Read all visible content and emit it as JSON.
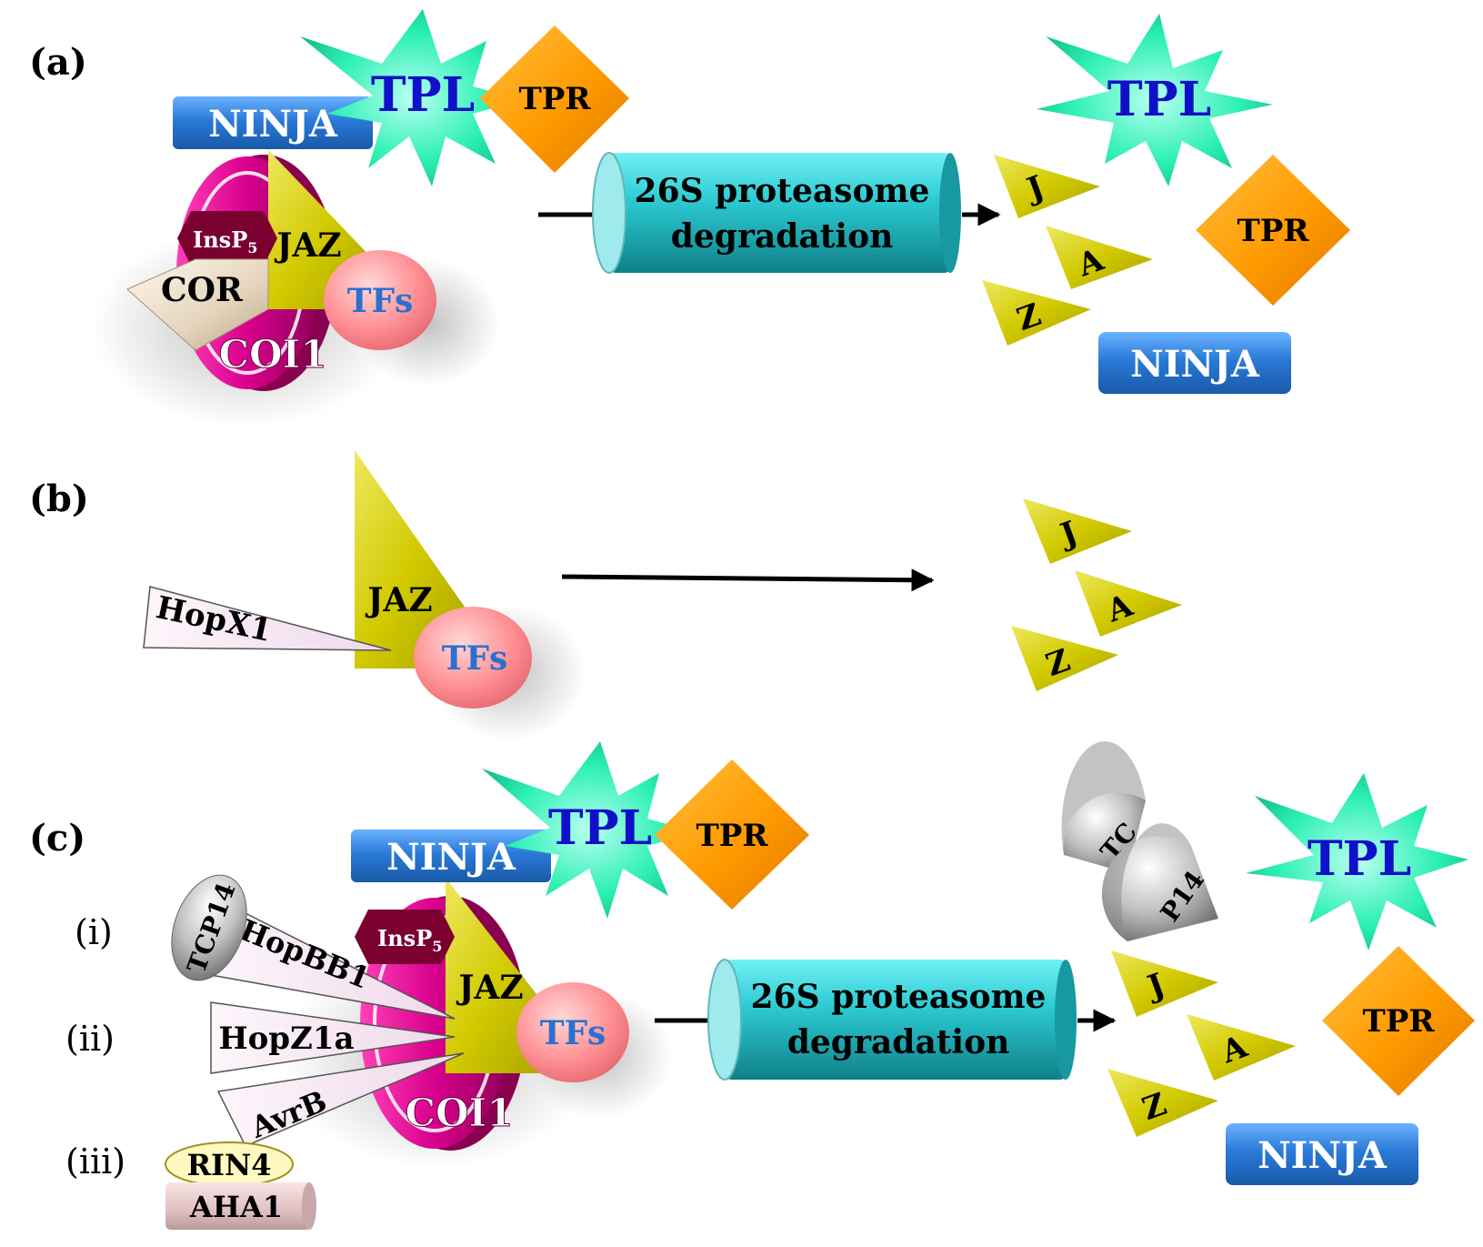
{
  "panels": {
    "a": {
      "label": "(a)",
      "tpl": "TPL",
      "tpr": "TPR",
      "ninja": "NINJA",
      "insp5_main": "InsP",
      "insp5_sub": "5",
      "jaz": "JAZ",
      "cor": "COR",
      "tfs": "TFs",
      "coi1": "COI1",
      "proteasome_line1": "26S proteasome",
      "proteasome_line2": "degradation",
      "frag_j": "J",
      "frag_a": "A",
      "frag_z": "Z",
      "tpl_out": "TPL",
      "tpr_out": "TPR",
      "ninja_out": "NINJA"
    },
    "b": {
      "label": "(b)",
      "jaz": "JAZ",
      "hopx1": "HopX1",
      "tfs": "TFs",
      "frag_j": "J",
      "frag_a": "A",
      "frag_z": "Z"
    },
    "c": {
      "label": "(c)",
      "tpl": "TPL",
      "tpr": "TPR",
      "ninja": "NINJA",
      "insp5_main": "InsP",
      "insp5_sub": "5",
      "jaz": "JAZ",
      "tfs": "TFs",
      "coi1": "COI1",
      "tcp14": "TCP14",
      "hopbb1": "HopBB1",
      "hopz1a": "HopZ1a",
      "avrb": "AvrB",
      "rin4": "RIN4",
      "aha1": "AHA1",
      "roman_i": "(i)",
      "roman_ii": "(ii)",
      "roman_iii": "(iii)",
      "proteasome_line1": "26S proteasome",
      "proteasome_line2": "degradation",
      "tc_half": "TC",
      "p14_half": "P14",
      "tpl_out": "TPL",
      "frag_j": "J",
      "frag_a": "A",
      "frag_z": "Z",
      "tpr_out": "TPR",
      "ninja_out": "NINJA"
    }
  },
  "colors": {
    "tpl_star": "#22f0b0",
    "tpl_text": "#1010c8",
    "tpr_diamond": "#ff9900",
    "ninja_box": "#2a78d6",
    "jaz_triangle": "#d4cc00",
    "tfs_ellipse": "#ff8a90",
    "tfs_text": "#2a70d0",
    "coi1_disk": "#d60090",
    "insp5_hex": "#7a0030",
    "cor_diamond": "#e6d8c4",
    "proteasome_body": "#28c8d0",
    "effector_fill": "#f8eaf4",
    "tcp14_fill": "#b8b8b8",
    "rin4_fill": "#fff8c0",
    "aha1_fill": "#e8c8c8"
  }
}
